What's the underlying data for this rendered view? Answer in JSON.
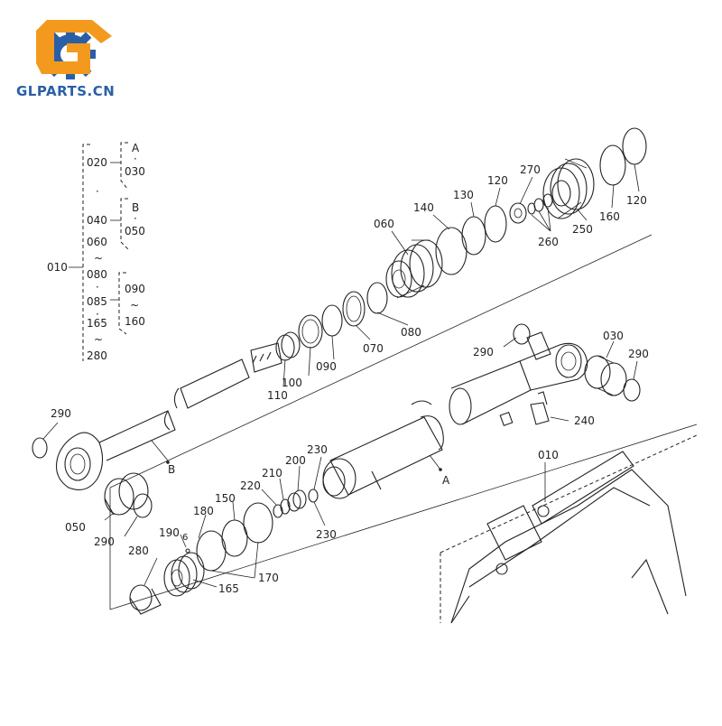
{
  "brand": {
    "text": "GLPARTS.CN",
    "logo_letter": "G",
    "colors": {
      "orange": "#f39a1e",
      "blue": "#2a5fa8"
    }
  },
  "hierarchy": {
    "root": "010",
    "sub": [
      "020",
      "040",
      "060",
      "080",
      "085",
      "165",
      "280"
    ],
    "dots": [
      "·",
      "·",
      "·"
    ],
    "tildes": [
      "~",
      "~",
      "~"
    ],
    "group_a": {
      "letter": "A",
      "dot": "·",
      "item": "030"
    },
    "group_b": {
      "letter": "B",
      "dot": "·",
      "item": "050"
    },
    "range": {
      "from": "090",
      "tilde": "~",
      "to": "160"
    }
  },
  "callouts": {
    "c120a": "120",
    "c270": "270",
    "c120b": "120",
    "c130": "130",
    "c140": "140",
    "c060": "060",
    "c160": "160",
    "c250": "250",
    "c260": "260",
    "c080": "080",
    "c070": "070",
    "c090": "090",
    "c100": "100",
    "c110": "110",
    "c290a": "290",
    "c030": "030",
    "c290b": "290",
    "c240": "240",
    "c290c": "290",
    "cB": "B",
    "c050": "050",
    "c290d": "290",
    "c230a": "230",
    "c200": "200",
    "c210": "210",
    "c220": "220",
    "c230b": "230",
    "cA": "A",
    "c150": "150",
    "c180": "180",
    "c190": "190",
    "c6": "6",
    "c280": "280",
    "c165": "165",
    "c170": "170",
    "c010": "010"
  }
}
